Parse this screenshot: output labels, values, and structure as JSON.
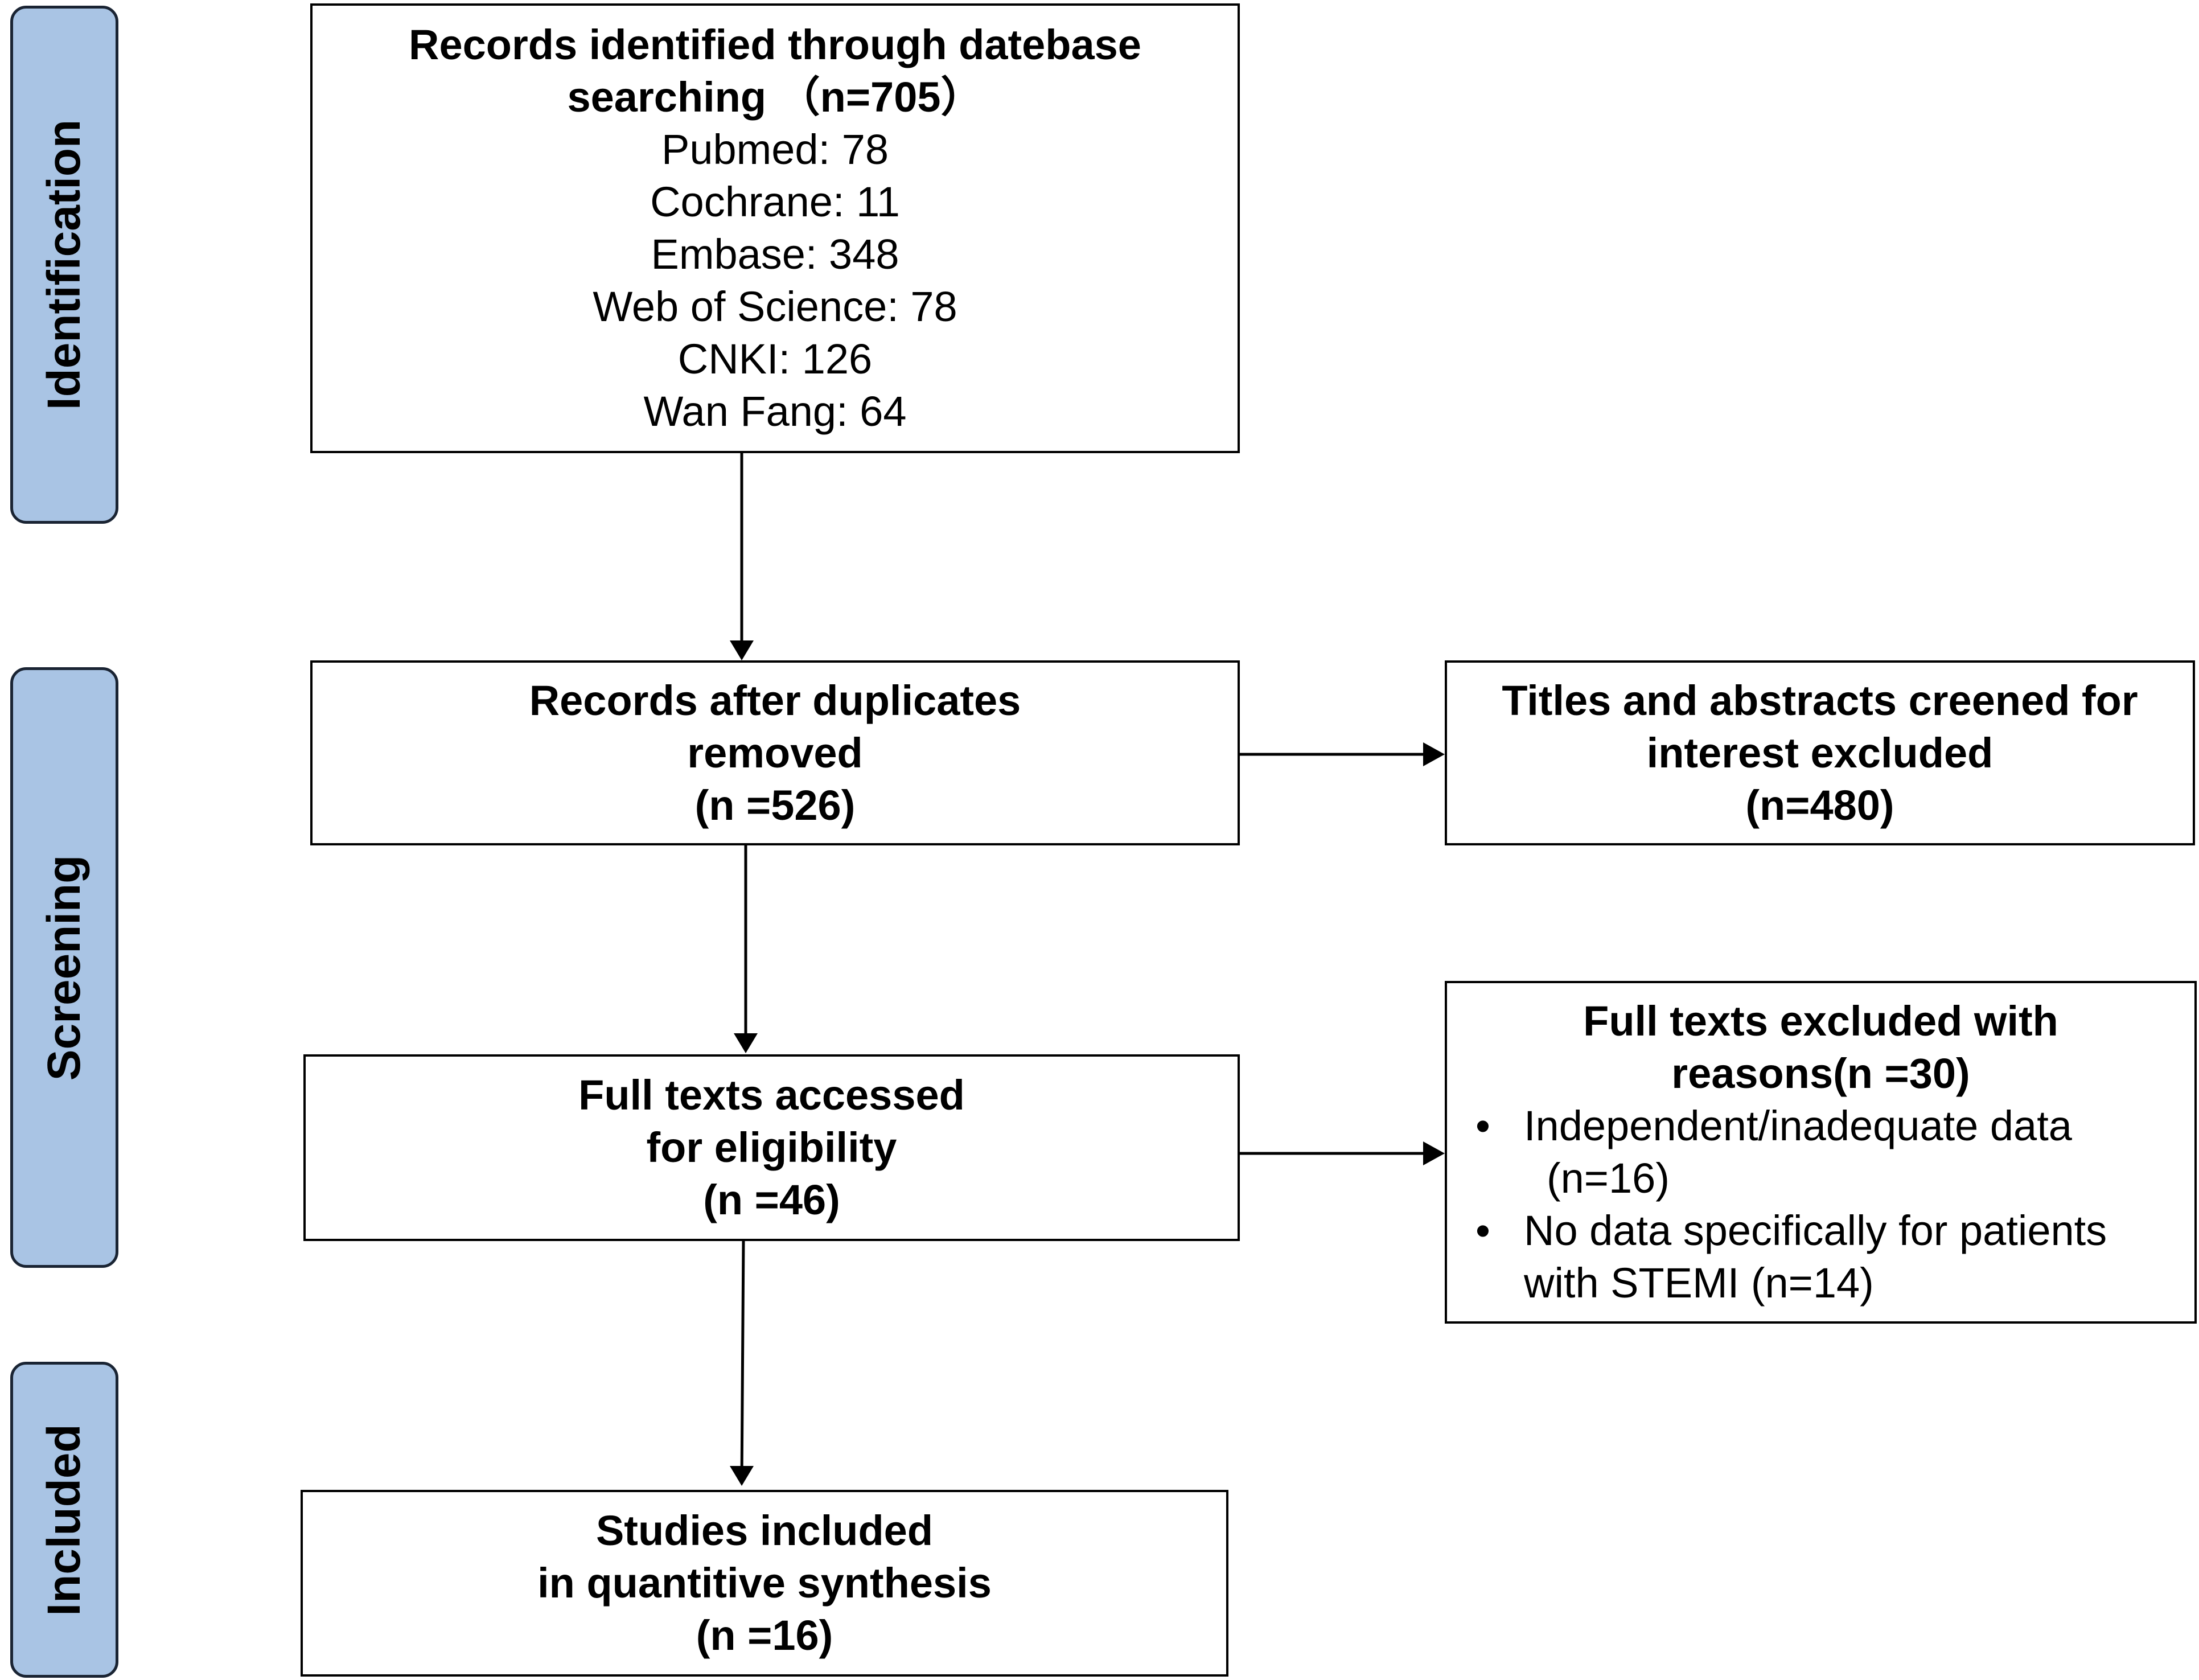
{
  "phases": {
    "identification": "Identification",
    "screening": "Screening",
    "included": "Included"
  },
  "boxes": {
    "identified": {
      "title_line1": "Records identified through datebase",
      "title_line2": "searching （n=705）",
      "sources": [
        "Pubmed: 78",
        "Cochrane: 11",
        "Embase: 348",
        "Web of Science: 78",
        "CNKI: 126",
        "Wan Fang: 64"
      ]
    },
    "duplicates_removed": {
      "line1": "Records after duplicates",
      "line2": "removed",
      "count": "(n =526)"
    },
    "titles_excluded": {
      "line1": "Titles and abstracts creened for",
      "line2": "interest excluded",
      "count": "(n=480)"
    },
    "full_texts_assessed": {
      "line1": "Full texts accessed",
      "line2": "for eligibility",
      "count": "(n =46)"
    },
    "full_texts_excluded": {
      "line1": "Full texts excluded with",
      "line2": "reasons(n =30)",
      "reasons": [
        {
          "line1": "Independent/inadequate data",
          "line2": "(n=16)"
        },
        {
          "line1": "No data specifically for patients",
          "line2": "with STEMI (n=14)"
        }
      ]
    },
    "included_studies": {
      "line1": "Studies included",
      "line2": "in quantitive synthesis",
      "count": "(n =16)"
    }
  }
}
